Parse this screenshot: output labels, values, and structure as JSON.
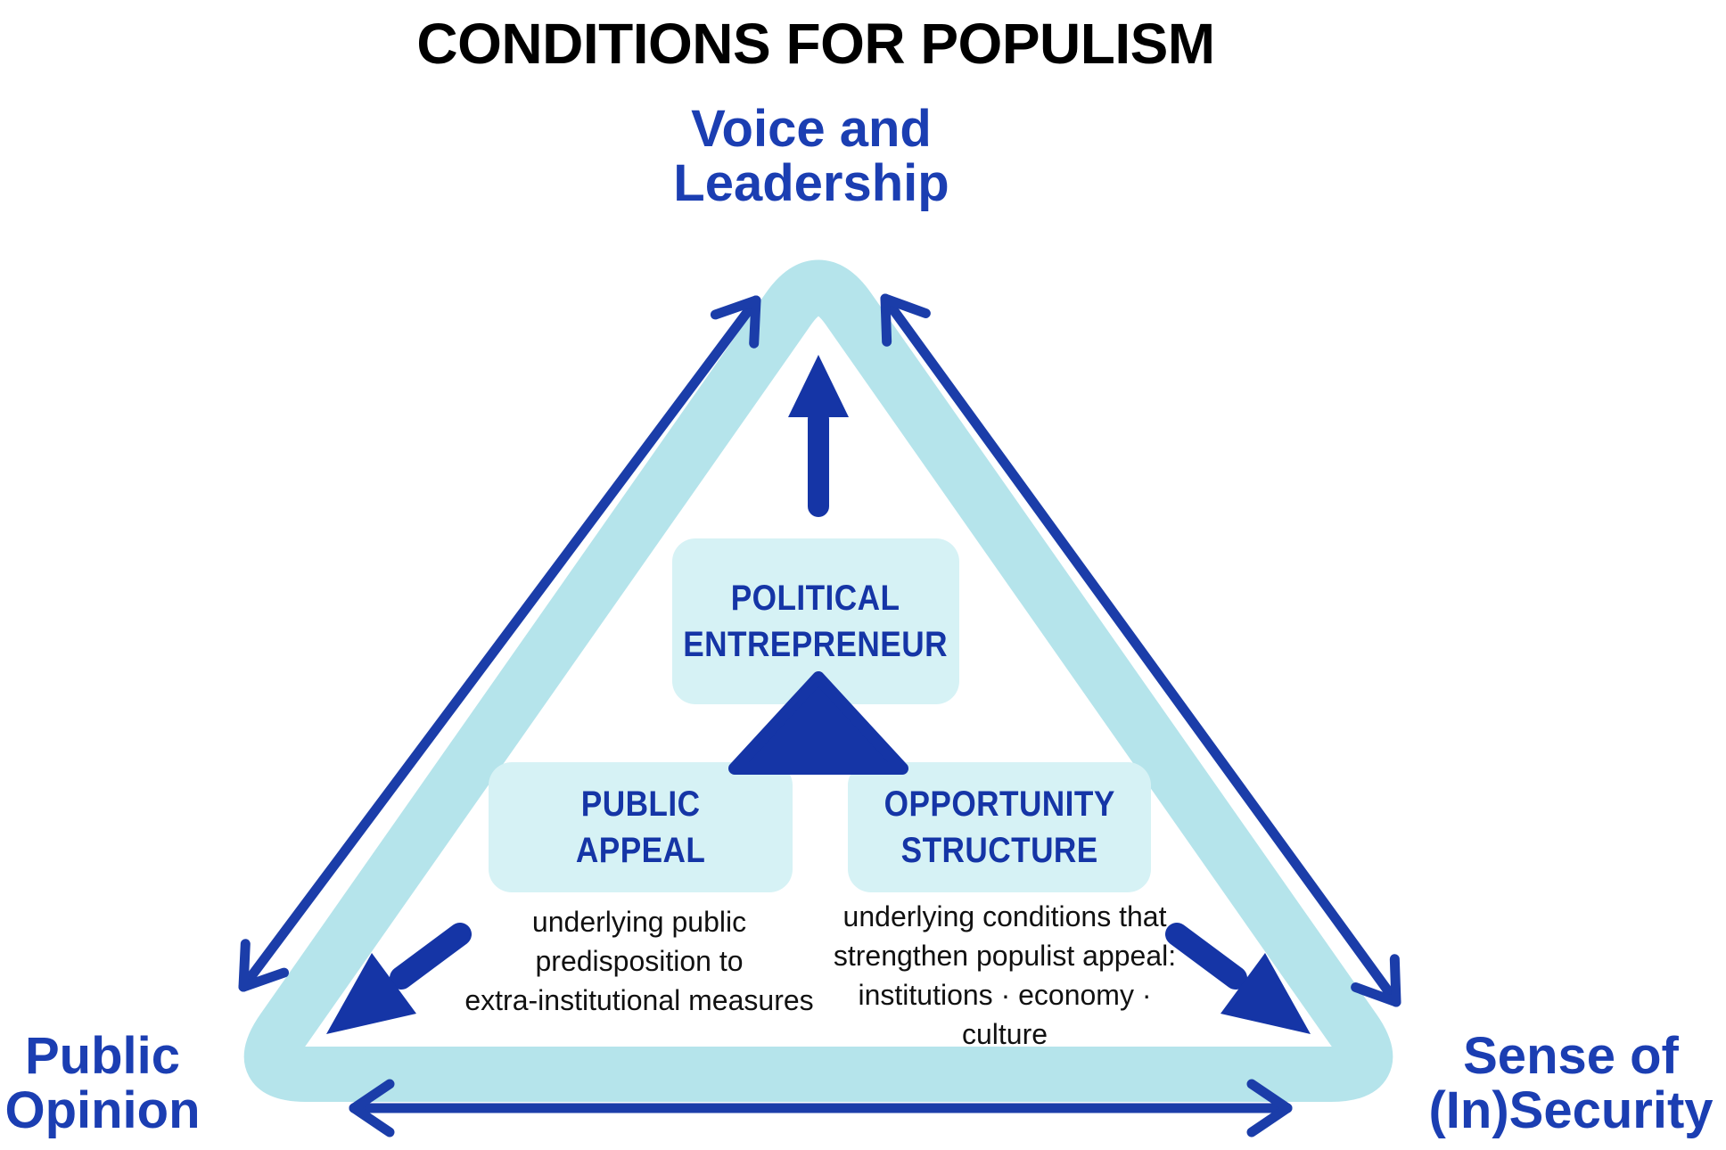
{
  "title": "CONDITIONS FOR POPULISM",
  "colors": {
    "label-blue": "#1b3eb2",
    "deep-blue": "#1535a6",
    "edge-blue": "#1b3da9",
    "band": "#b5e4eb",
    "box-fill": "#d6f2f5",
    "text-dark": "#111111",
    "title-color": "#000000"
  },
  "vertex_labels": {
    "top": {
      "line1": "Voice and",
      "line2": "Leadership"
    },
    "bottom_left": {
      "line1": "Public",
      "line2": "Opinion"
    },
    "bottom_right": {
      "line1": "Sense of",
      "line2": "(In)Security"
    }
  },
  "boxes": {
    "political_entrepreneur": {
      "line1": "POLITICAL",
      "line2": "ENTREPRENEUR"
    },
    "public_appeal": {
      "line1": "PUBLIC",
      "line2": "APPEAL",
      "description_lines": [
        "underlying public",
        "predisposition to",
        "extra-institutional measures"
      ]
    },
    "opportunity_structure": {
      "line1": "OPPORTUNITY",
      "line2": "STRUCTURE",
      "description_lines": [
        "underlying conditions that",
        "strengthen populist appeal:",
        "institutions · economy ·",
        "culture"
      ]
    }
  },
  "icons": [
    "triangle-band",
    "left-edge-bidirectional-arrow",
    "right-edge-bidirectional-arrow",
    "bottom-edge-bidirectional-arrow",
    "up-arrow",
    "center-solid-triangle",
    "down-left-arrow",
    "down-right-arrow"
  ]
}
